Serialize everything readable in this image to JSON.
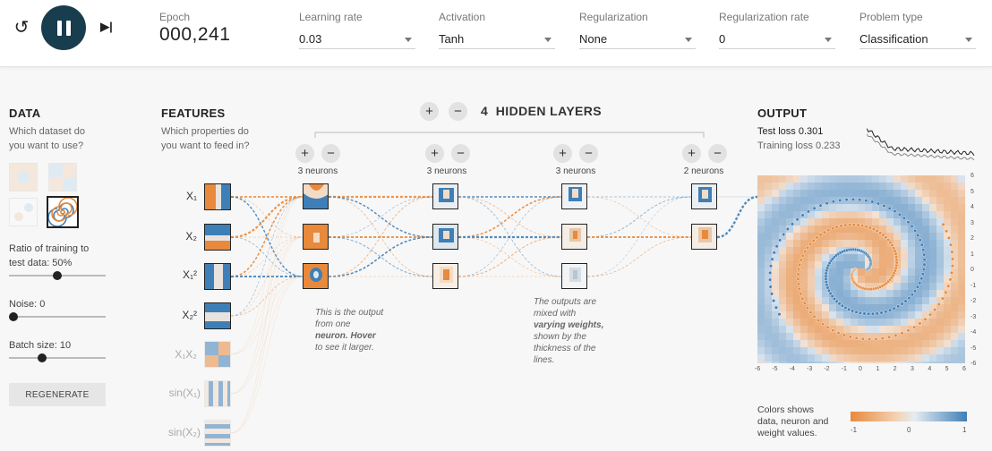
{
  "controls": {
    "reset_icon": "↺",
    "step_icon": "▶|"
  },
  "top": {
    "epoch_label": "Epoch",
    "epoch_value": "000,241",
    "learning_rate_label": "Learning rate",
    "learning_rate_value": "0.03",
    "activation_label": "Activation",
    "activation_value": "Tanh",
    "regularization_label": "Regularization",
    "regularization_value": "None",
    "reg_rate_label": "Regularization rate",
    "reg_rate_value": "0",
    "problem_type_label": "Problem type",
    "problem_type_value": "Classification"
  },
  "data": {
    "title": "DATA",
    "subtitle_1": "Which dataset do",
    "subtitle_2": "you want to use?",
    "ratio_label_1": "Ratio of training to",
    "ratio_label_2": "test data:  50%",
    "ratio_value": 0.5,
    "noise_label": "Noise:  0",
    "noise_value": 0,
    "batch_label": "Batch size:  10",
    "batch_value": 0.33,
    "regenerate": "REGENERATE"
  },
  "features": {
    "title": "FEATURES",
    "subtitle_1": "Which properties do",
    "subtitle_2": "you want to feed in?",
    "items": [
      "X₁",
      "X₂",
      "X₁²",
      "X₂²",
      "X₁X₂",
      "sin(X₁)",
      "sin(X₂)"
    ]
  },
  "network": {
    "layers_count": "4",
    "layers_label": "HIDDEN LAYERS",
    "plus": "+",
    "minus": "−",
    "layers": [
      {
        "neurons_label": "3 neurons"
      },
      {
        "neurons_label": "3 neurons"
      },
      {
        "neurons_label": "3 neurons"
      },
      {
        "neurons_label": "2 neurons"
      }
    ],
    "annotation_1": [
      "This is the output",
      "from one",
      "neuron. Hover",
      "to see it larger."
    ],
    "annotation_2": [
      "The outputs are",
      "mixed with",
      "varying weights,",
      "shown by the",
      "thickness of the",
      "lines."
    ]
  },
  "output": {
    "title": "OUTPUT",
    "test_loss": "Test loss 0.301",
    "training_loss": "Training loss 0.233",
    "axis_ticks": [
      "-6",
      "-5",
      "-4",
      "-3",
      "-2",
      "-1",
      "0",
      "1",
      "2",
      "3",
      "4",
      "5",
      "6"
    ],
    "legend_text_1": "Colors shows",
    "legend_text_2": "data, neuron and",
    "legend_text_3": "weight values.",
    "legend_ticks": [
      "-1",
      "0",
      "1"
    ]
  },
  "colors": {
    "orange": "#e8893b",
    "blue": "#3f7fb8",
    "dark": "#183d4e"
  }
}
